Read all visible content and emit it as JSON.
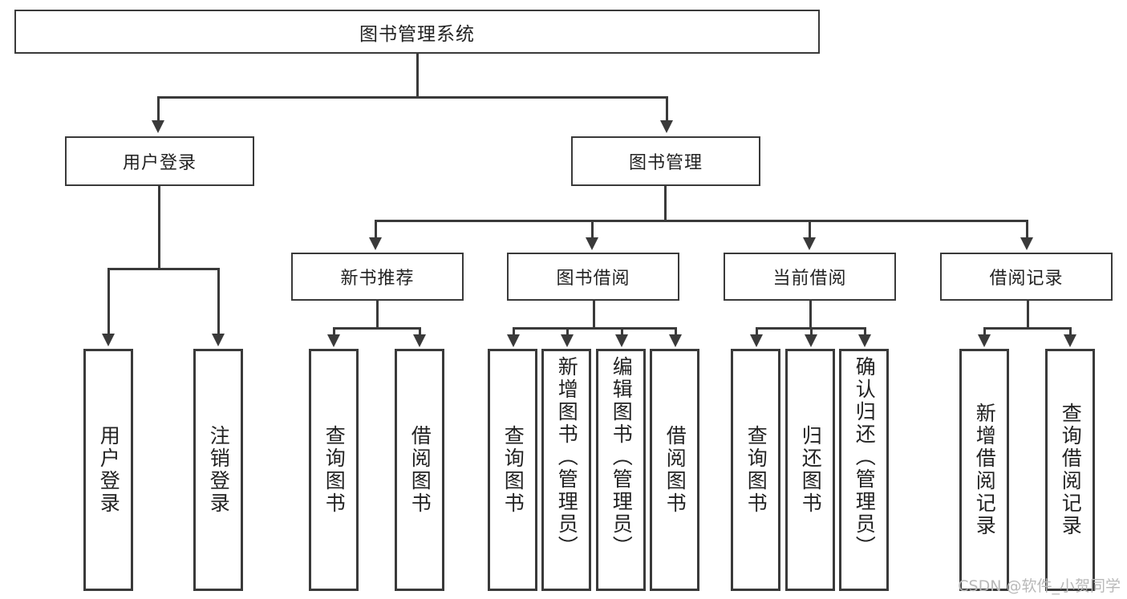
{
  "diagram": {
    "type": "tree-hierarchy",
    "root": {
      "label": "图书管理系统"
    },
    "level2": [
      {
        "label": "用户登录"
      },
      {
        "label": "图书管理"
      }
    ],
    "level3": [
      {
        "label": "新书推荐"
      },
      {
        "label": "图书借阅"
      },
      {
        "label": "当前借阅"
      },
      {
        "label": "借阅记录"
      }
    ],
    "leaves": {
      "user_login": [
        {
          "label": "用户登录"
        },
        {
          "label": "注销登录"
        }
      ],
      "new_book_recommend": [
        {
          "label": "查询图书"
        },
        {
          "label": "借阅图书"
        }
      ],
      "book_borrow": [
        {
          "label": "查询图书"
        },
        {
          "label": "新增图书（管理员）"
        },
        {
          "label": "编辑图书（管理员）"
        },
        {
          "label": "借阅图书"
        }
      ],
      "current_borrow": [
        {
          "label": "查询图书"
        },
        {
          "label": "归还图书"
        },
        {
          "label": "确认归还（管理员）"
        }
      ],
      "borrow_record": [
        {
          "label": "新增借阅记录"
        },
        {
          "label": "查询借阅记录"
        }
      ]
    }
  },
  "watermark": {
    "text": "CSDN @软件_小贺同学"
  },
  "colors": {
    "stroke": "#3a3a3a",
    "text": "#222222",
    "background": "#ffffff",
    "watermark": "#b9b9b9"
  }
}
